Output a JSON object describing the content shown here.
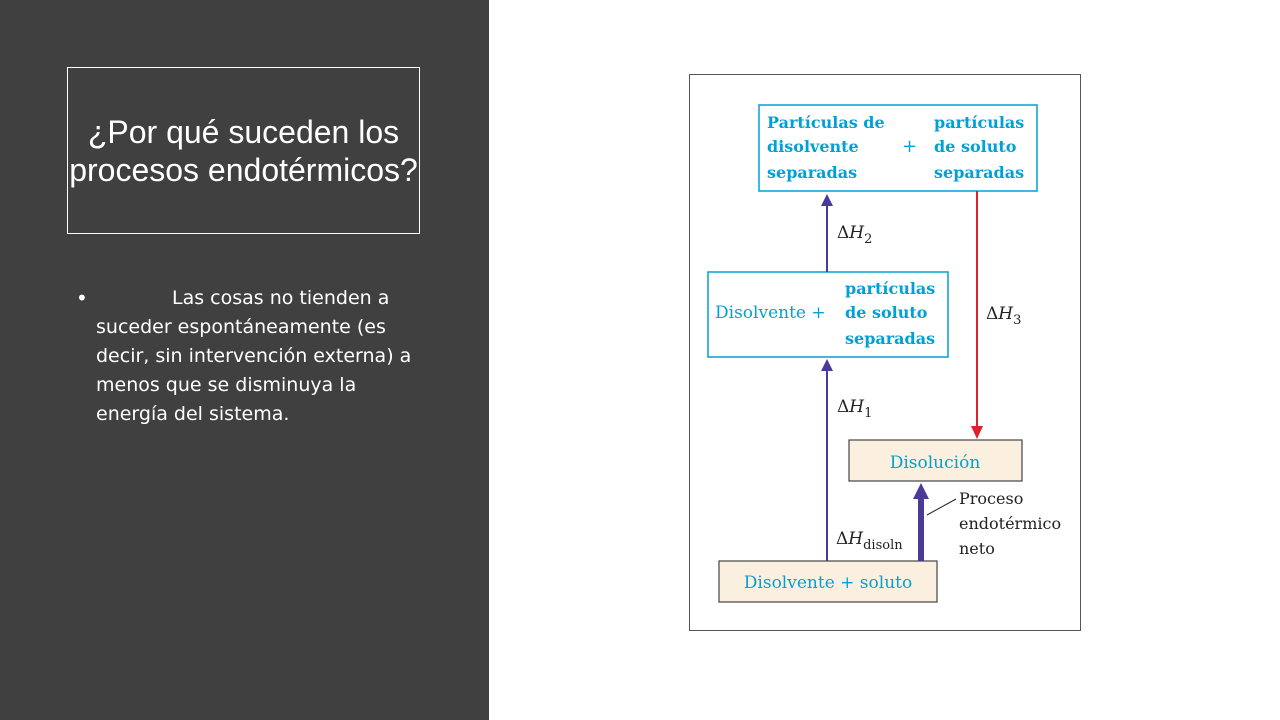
{
  "slide": {
    "title": "¿Por qué suceden los procesos endotérmicos?",
    "bullet_marker": "•",
    "bullet_text": "Las cosas no tienden a suceder espontáneamente (es decir, sin intervención externa) a menos que se disminuya la energía del sistema."
  },
  "diagram": {
    "colors": {
      "cyan": "#00a0d8",
      "purple": "#4b3a96",
      "red": "#e02030",
      "beige": "#fbf0e0"
    },
    "top_box": {
      "left_line1": "Partículas de",
      "left_line2": "disolvente",
      "left_line3": "separadas",
      "plus": "+",
      "right_line1": "partículas",
      "right_line2": "de soluto",
      "right_line3": "separadas"
    },
    "middle_box": {
      "left": "Disolvente +",
      "right_line1": "partículas",
      "right_line2": "de soluto",
      "right_line3": "separadas"
    },
    "solution_box": "Disolución",
    "bottom_box": "Disolvente  +  soluto",
    "labels": {
      "delta": "Δ",
      "h": "H",
      "h2_sub": "2",
      "h1_sub": "1",
      "h3_sub": "3",
      "hdis_sub": "disoln",
      "net_line1": "Proceso",
      "net_line2": "endotérmico",
      "net_line3": "neto"
    }
  }
}
